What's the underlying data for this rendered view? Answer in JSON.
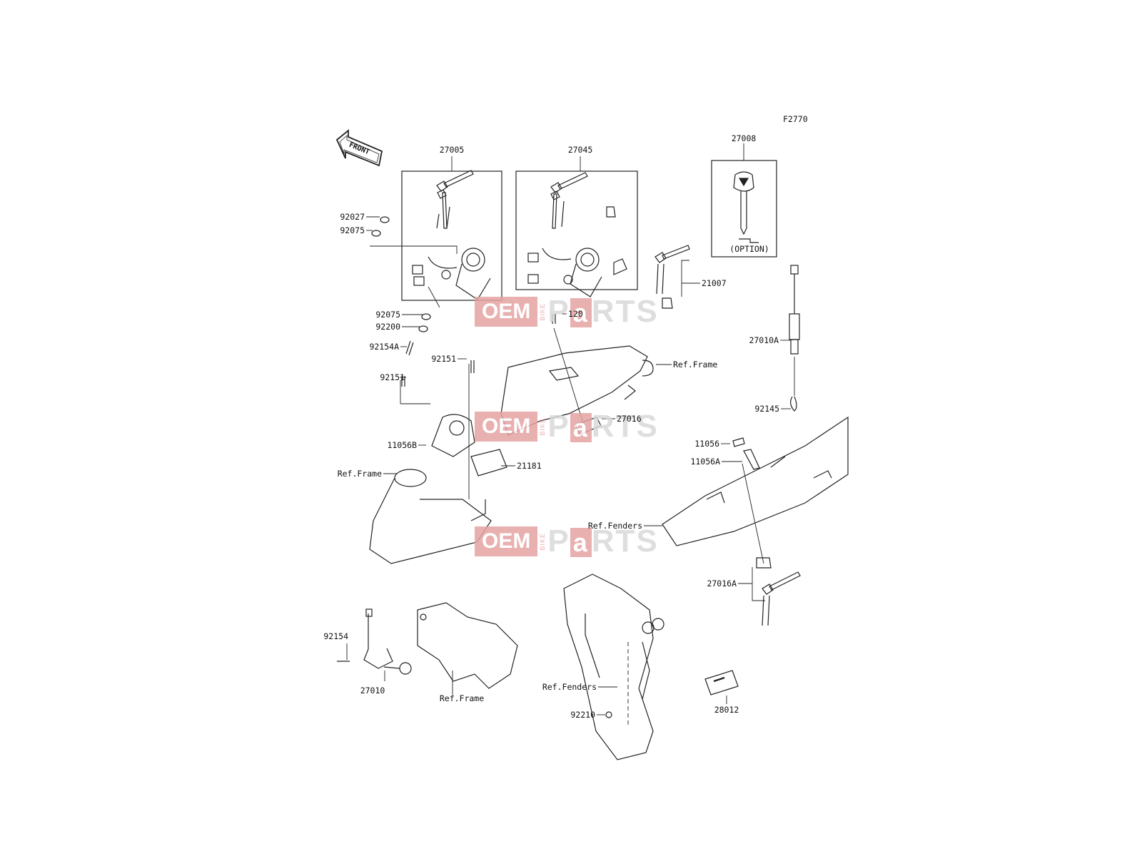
{
  "diagram_code": "F2770",
  "front_arrow_text": "FRONT",
  "option_text": "(OPTION)",
  "watermark": {
    "oem": "OEM",
    "bike": "BIKE",
    "parts_p": "P",
    "parts_a": "a",
    "parts_rest": "RTS",
    "color": "#e6a3a3"
  },
  "labels": {
    "p27005": "27005",
    "p27045": "27045",
    "p27008": "27008",
    "p92027": "92027",
    "p92075_top": "92075",
    "p92075_bottom": "92075",
    "p92200": "92200",
    "p92154A": "92154A",
    "p92151_right": "92151",
    "p92151_left": "92151",
    "p11056B": "11056B",
    "ref_frame_left": "Ref.Frame",
    "p21181": "21181",
    "p120": "120",
    "ref_frame_mid": "Ref.Frame",
    "p27016": "27016",
    "p21007": "21007",
    "p27010A": "27010A",
    "p92145": "92145",
    "p11056": "11056",
    "p11056A": "11056A",
    "ref_fenders_top": "Ref.Fenders",
    "p27016A": "27016A",
    "p92154": "92154",
    "p27010": "27010",
    "ref_frame_bottom": "Ref.Frame",
    "ref_fenders_bottom": "Ref.Fenders",
    "p92210": "92210",
    "p28012": "28012"
  }
}
